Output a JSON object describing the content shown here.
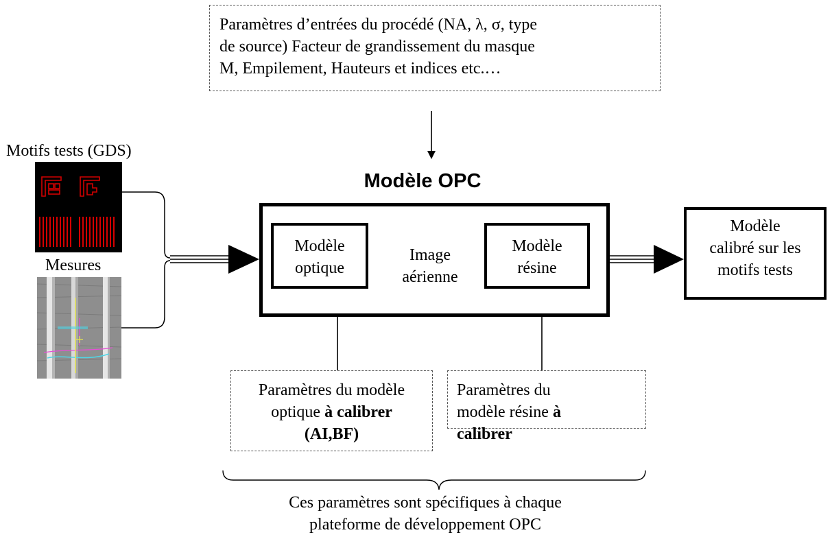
{
  "top_params": {
    "lines": [
      "Paramètres d’entrées du procédé (NA, λ, σ, type",
      "de source) Facteur de grandissement du masque",
      "M, Empilement, Hauteurs et indices etc.…"
    ]
  },
  "opc_title": "Modèle OPC",
  "optical_model": {
    "line1": "Modèle",
    "line2": "optique"
  },
  "aerial_image": {
    "line1": "Image",
    "line2": "aérienne"
  },
  "resin_model": {
    "line1": "Modèle",
    "line2": "résine"
  },
  "result": {
    "line1": "Modèle",
    "line2": "calibré sur les",
    "line3": "motifs tests"
  },
  "inputs": {
    "motifs_label": "Motifs tests (GDS)",
    "mesures_label": "Mesures"
  },
  "optical_params": {
    "line1": "Paramètres du modèle",
    "line2_normal": "optique ",
    "line2_bold": "à calibrer",
    "line3_bold": "(AI,BF)"
  },
  "resin_params": {
    "line1": "Paramètres du",
    "line2_normal": "modèle résine ",
    "line2_bold": "à",
    "line3_bold": "calibrer"
  },
  "bottom_note": {
    "line1": "Ces paramètres sont spécifiques à chaque",
    "line2": "plateforme de développement OPC"
  },
  "colors": {
    "gds_pattern": "#d40000",
    "gds_background": "#000000",
    "sem_background": "#8e8e8e",
    "sem_overlay_cyan": "#4fd6e6",
    "sem_overlay_magenta": "#e64fd6",
    "sem_overlay_yellow": "#e6e64f"
  }
}
